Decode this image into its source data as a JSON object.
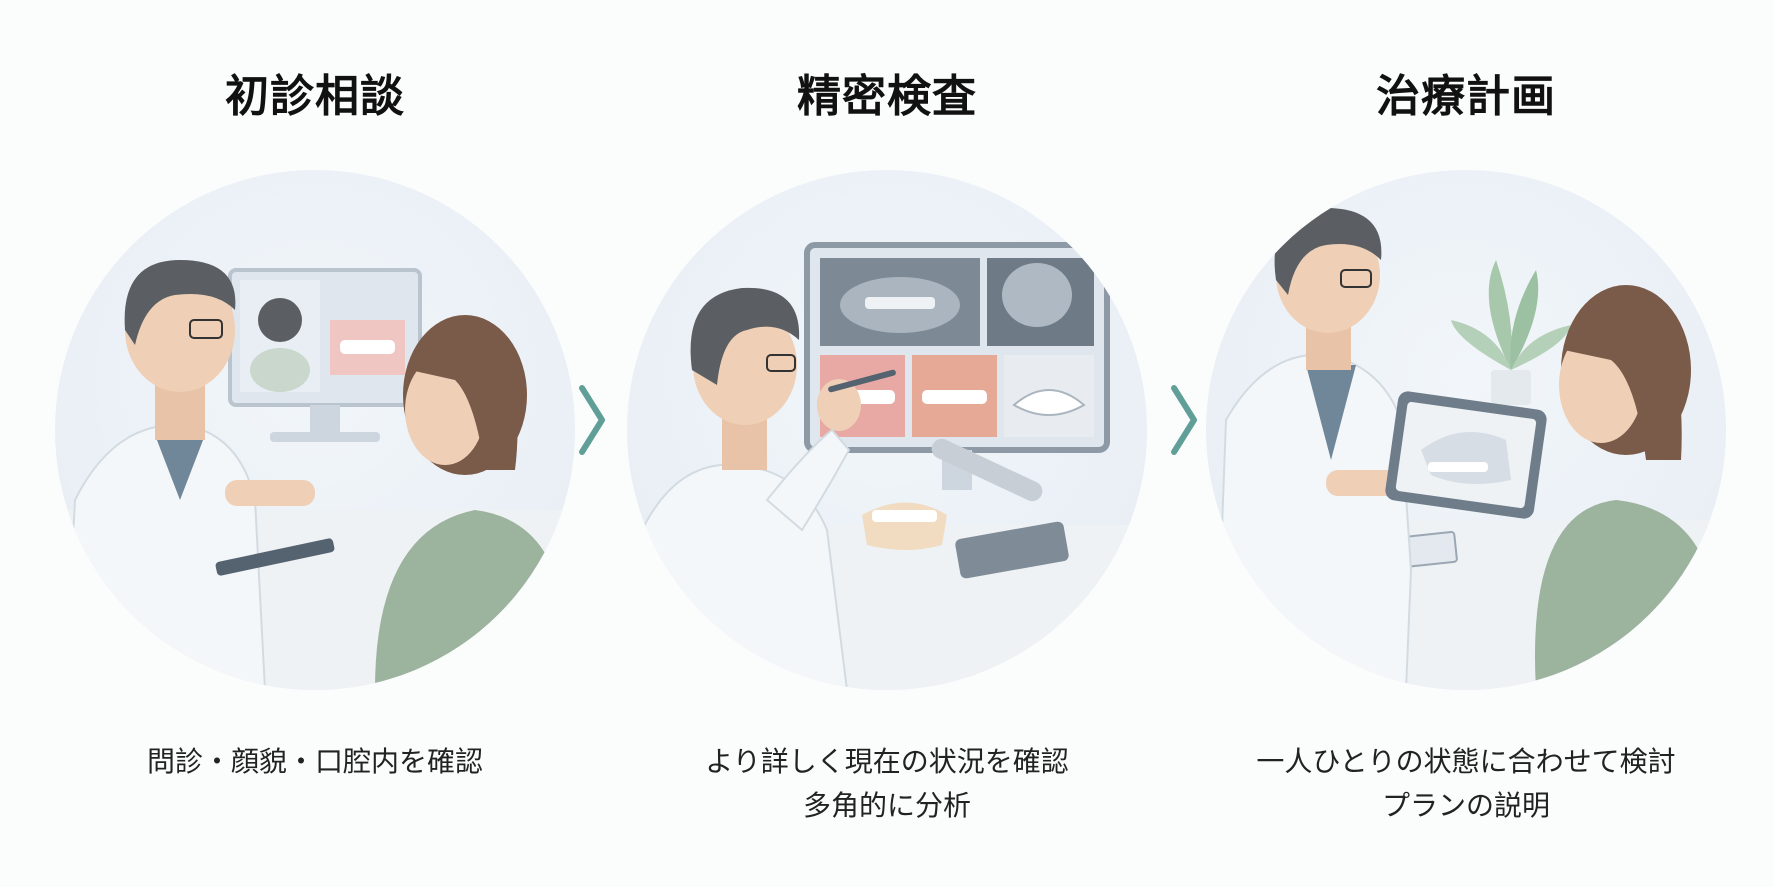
{
  "steps": [
    {
      "title": "初診相談",
      "description_lines": [
        "問診・顔貌・口腔内を確認"
      ]
    },
    {
      "title": "精密検査",
      "description_lines": [
        "より詳しく現在の状況を確認",
        "多角的に分析"
      ]
    },
    {
      "title": "治療計画",
      "description_lines": [
        "一人ひとりの状態に合わせて検討",
        "プランの説明"
      ]
    }
  ],
  "icons": {
    "arrow": "chevron-right-icon"
  },
  "colors": {
    "arrow": "#5f9f98",
    "coat": "#f4f7fa",
    "scrub": "#6f8799",
    "patient_sweater": "#9cb39e",
    "hair_doctor": "#5b5f63",
    "hair_patient": "#7a5a48",
    "monitor_frame": "#9aa7b3"
  }
}
